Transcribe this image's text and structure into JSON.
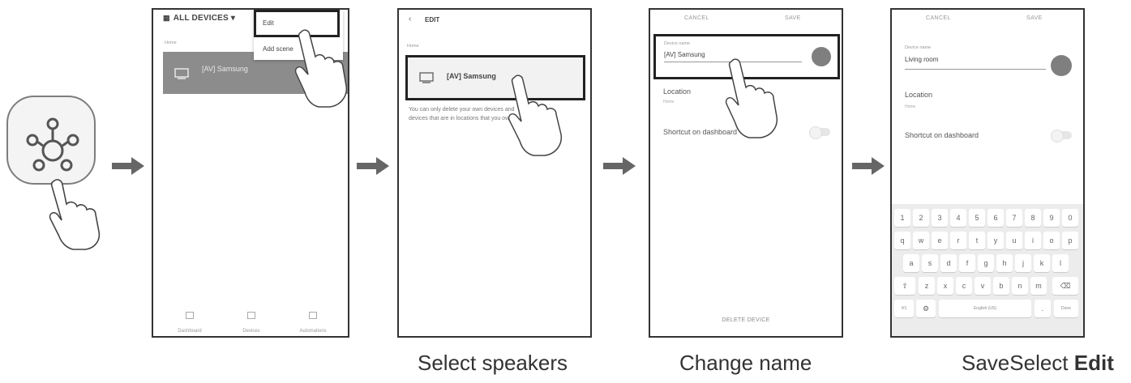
{
  "panel1": {
    "header_title": "ALL DEVICES",
    "home_label": "Home",
    "device_name": "[AV] Samsung",
    "menu": {
      "edit_label": "Edit",
      "add_scene_label": "Add scene"
    },
    "nav": [
      "Dashboard",
      "Devices",
      "Automations"
    ]
  },
  "panel2": {
    "title": "EDIT",
    "home_label": "Home",
    "device_name": "[AV] Samsung",
    "message": "You can only delete your own devices and devices that are in locations that you own."
  },
  "panel3": {
    "cancel_label": "CANCEL",
    "save_label": "SAVE",
    "device_name_label": "Device name",
    "device_name_value": "[AV] Samsung",
    "location_label": "Location",
    "location_value": "Home",
    "shortcut_label": "Shortcut on dashboard",
    "delete_label": "DELETE DEVICE"
  },
  "panel4": {
    "cancel_label": "CANCEL",
    "save_label": "SAVE",
    "device_name_label": "Device name",
    "device_name_value": "Living room",
    "location_label": "Location",
    "location_value": "Home",
    "shortcut_label": "Shortcut on dashboard",
    "keyboard": {
      "row1": [
        "1",
        "2",
        "3",
        "4",
        "5",
        "6",
        "7",
        "8",
        "9",
        "0"
      ],
      "row2": [
        "q",
        "w",
        "e",
        "r",
        "t",
        "y",
        "u",
        "i",
        "o",
        "p"
      ],
      "row3": [
        "a",
        "s",
        "d",
        "f",
        "g",
        "h",
        "j",
        "k",
        "l"
      ],
      "row4": [
        "⇧",
        "z",
        "x",
        "c",
        "v",
        "b",
        "n",
        "m",
        "⌫"
      ],
      "sym_label": "!#1",
      "space_label": "English (US)",
      "period_label": ".",
      "done_label": "Done"
    }
  },
  "captions": {
    "caption1": "Select speakers",
    "caption2": "Change name",
    "caption3_prefix": "SaveSelect ",
    "caption3_bold": "Edit"
  },
  "colors": {
    "outline": "#333333",
    "accent_gray": "#7f7f7f",
    "card_gray": "#8c8c8c"
  },
  "icons": [
    "smartthings-app-icon",
    "arrow-right-icon",
    "tap-hand-icon",
    "tv-icon",
    "grid-icon",
    "back-chevron-icon",
    "settings-gear-icon"
  ]
}
